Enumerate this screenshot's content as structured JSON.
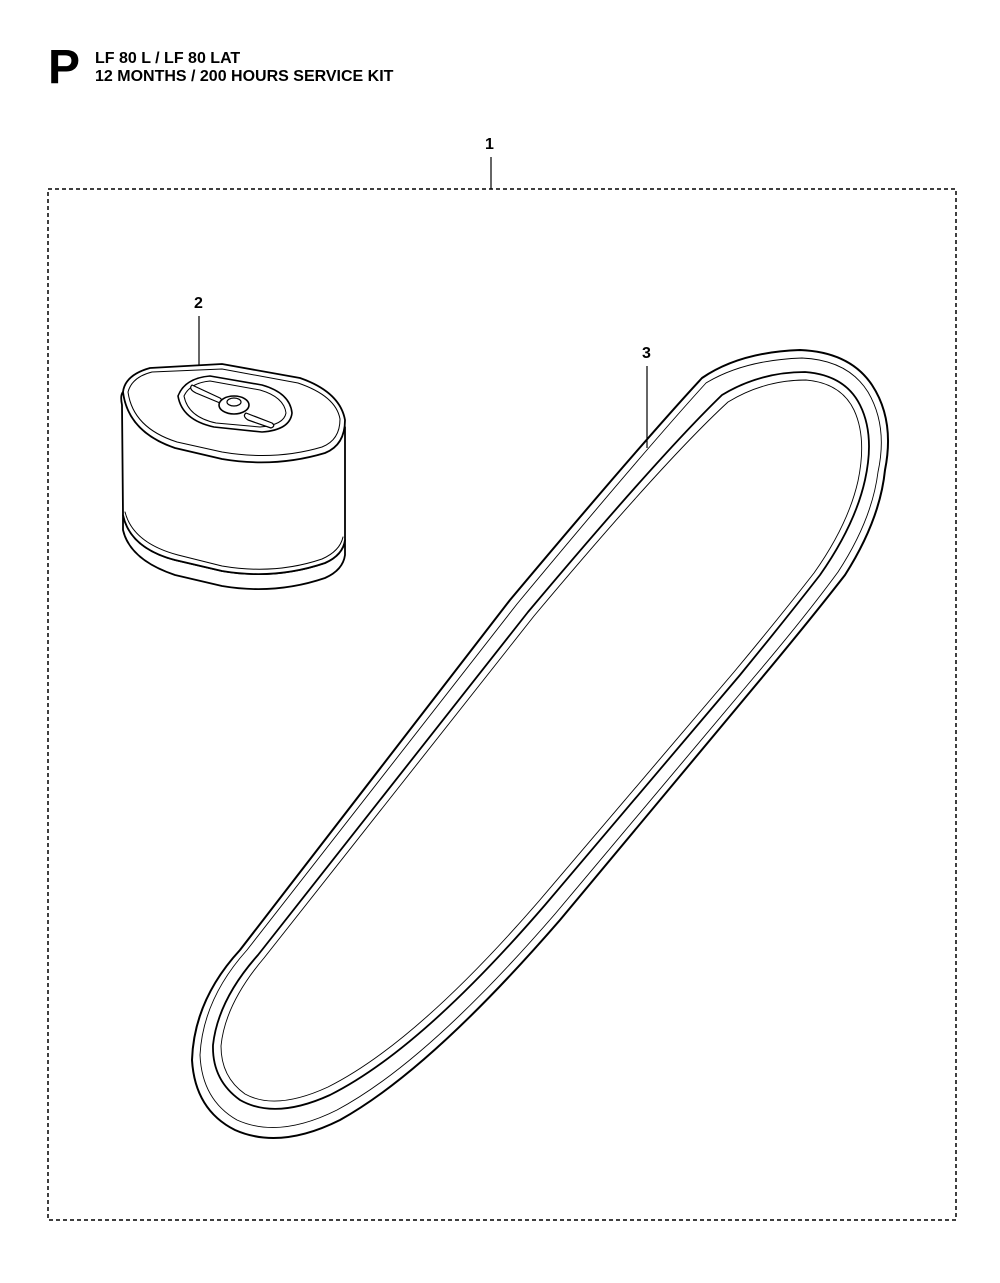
{
  "header": {
    "section_letter": "P",
    "model_line": "LF 80 L / LF 80 LAT",
    "kit_line": "12 MONTHS / 200 HOURS SERVICE KIT"
  },
  "callouts": {
    "kit": "1",
    "air_filter": "2",
    "belt": "3"
  }
}
